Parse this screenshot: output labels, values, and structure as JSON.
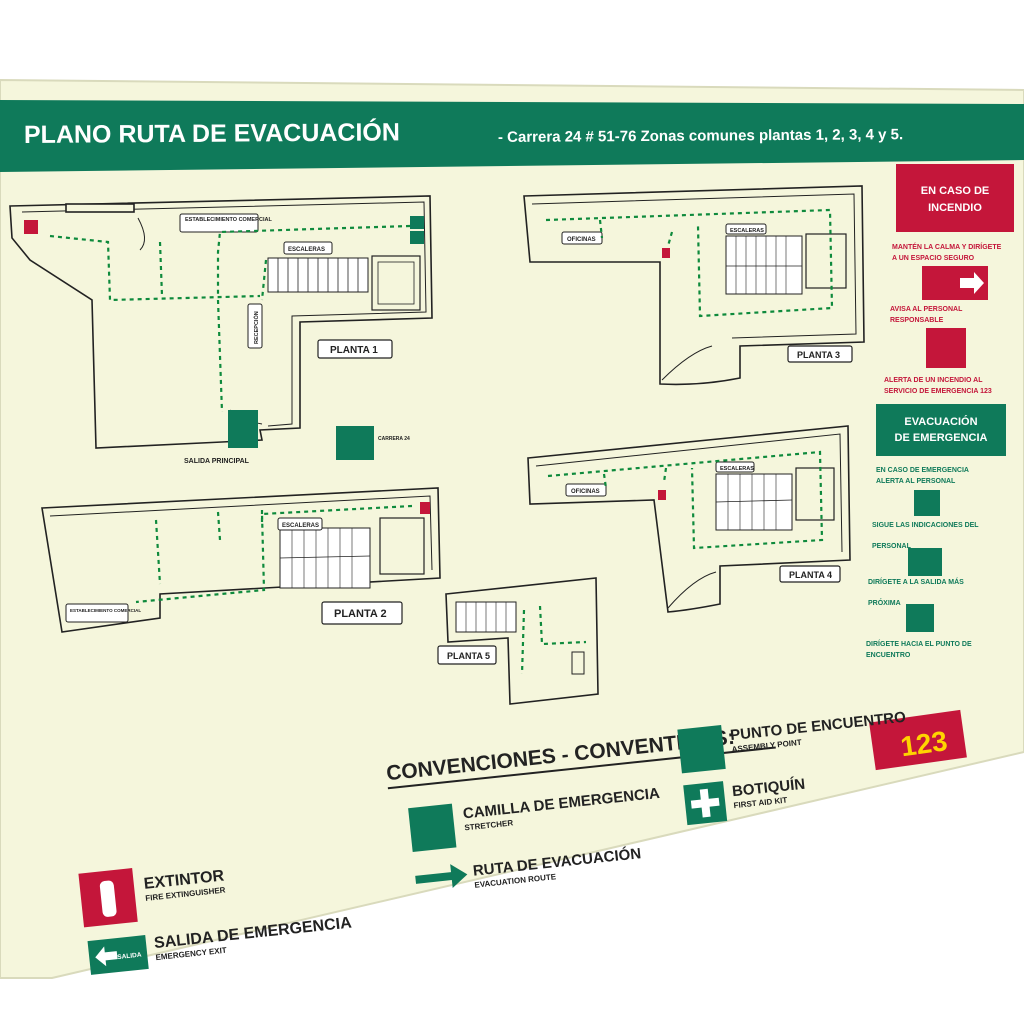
{
  "header": {
    "title": "PLANO RUTA DE EVACUACIÓN",
    "subtitle": "- Carrera 24 # 51-76 Zonas comunes plantas 1, 2, 3, 4 y 5."
  },
  "floors": {
    "planta1": "PLANTA 1",
    "planta2": "PLANTA 2",
    "planta3": "PLANTA 3",
    "planta4": "PLANTA 4",
    "planta5": "PLANTA 5"
  },
  "rooms": {
    "establecimiento1": "ESTABLECIMIENTO COMERCIAL",
    "escaleras1": "ESCALERAS",
    "recepcion": "RECEPCIÓN",
    "salida_principal": "SALIDA PRINCIPAL",
    "carrera24": "CARRERA 24",
    "oficinas3": "OFICINAS",
    "escaleras3": "ESCALERAS",
    "oficinas4": "OFICINAS",
    "escaleras4": "ESCALERAS",
    "escaleras2": "ESCALERAS",
    "establecimiento2": "ESTABLECIMIENTO COMERCIAL",
    "salida_sign": "SALIDA"
  },
  "incendio": {
    "heading_1": "EN CASO DE",
    "heading_2": "INCENDIO",
    "step1_1": "MANTÉN LA CALMA Y DIRÍGETE",
    "step1_2": "A UN ESPACIO SEGURO",
    "step2_1": "AVISA AL PERSONAL",
    "step2_2": "RESPONSABLE",
    "step3_1": "ALERTA DE UN INCENDIO AL",
    "step3_2": "SERVICIO DE EMERGENCIA 123"
  },
  "evacuacion": {
    "heading_1": "EVACUACIÓN",
    "heading_2": "DE EMERGENCIA",
    "step1_1": "EN CASO DE EMERGENCIA",
    "step1_2": "ALERTA AL PERSONAL",
    "step2_1": "SIGUE LAS INDICACIONES DEL",
    "step2_2": "PERSONAL",
    "step3_1": "DIRÍGETE A LA SALIDA MÁS",
    "step3_2": "PRÓXIMA",
    "step4_1": "DIRÍGETE HACIA EL PUNTO DE",
    "step4_2": "ENCUENTRO"
  },
  "conventions": {
    "title": "CONVENCIONES - CONVENTIONS:",
    "punto_es": "PUNTO DE ENCUENTRO",
    "punto_en": "ASSEMBLY POINT",
    "camilla_es": "CAMILLA DE EMERGENCIA",
    "camilla_en": "STRETCHER",
    "botiquin_es": "BOTIQUÍN",
    "botiquin_en": "FIRST AID KIT",
    "ruta_es": "RUTA DE EVACUACIÓN",
    "ruta_en": "EVACUATION ROUTE",
    "extintor_es": "EXTINTOR",
    "extintor_en": "FIRE EXTINGUISHER",
    "salida_es": "SALIDA DE EMERGENCIA",
    "salida_en": "EMERGENCY EXIT",
    "salida_sign": "SALIDA"
  },
  "logo": {
    "number": "123"
  },
  "colors": {
    "board": "#f5f6dc",
    "green": "#0f7a5a",
    "red": "#c4163a",
    "arrow": "#0e8a3c"
  }
}
